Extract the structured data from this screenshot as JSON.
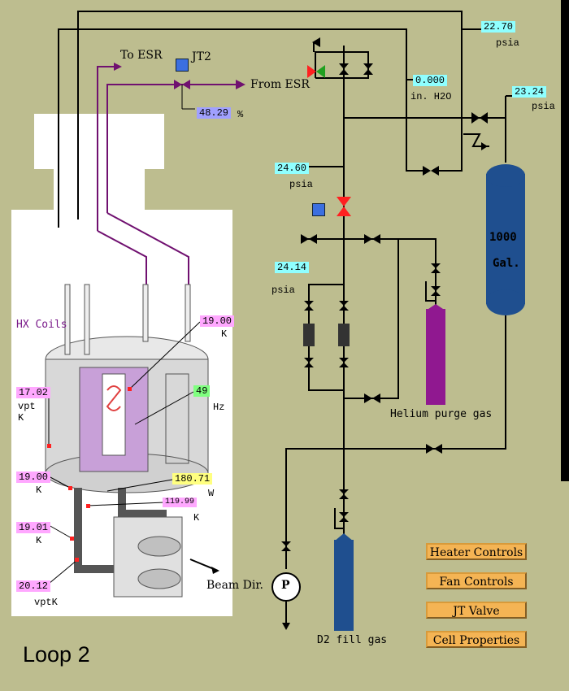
{
  "loop_title": "Loop 2",
  "labels": {
    "to_esr": "To ESR",
    "from_esr": "From ESR",
    "jt2": "JT2",
    "hx_coils": "HX Coils",
    "beam_dir": "Beam Dir.",
    "helium_purge": "Helium purge gas",
    "d2_fill": "D2 fill gas",
    "tank_volume": "1000",
    "tank_unit": "Gal.",
    "pump_letter": "P"
  },
  "readouts": {
    "p_top": {
      "value": "22.70",
      "unit": "psia"
    },
    "p_h2o": {
      "value": "0.000",
      "unit": "in. H2O"
    },
    "p_tank": {
      "value": "23.24",
      "unit": "psia"
    },
    "p_mid": {
      "value": "24.60",
      "unit": "psia"
    },
    "p_low": {
      "value": "24.14",
      "unit": "psia"
    },
    "jt2_pct": {
      "value": "48.29",
      "unit": "%"
    },
    "t_top": {
      "value": "19.00",
      "unit": "K"
    },
    "freq": {
      "value": "49",
      "unit": "Hz"
    },
    "t_vpt": {
      "value": "17.02",
      "unit": "vpt\nK"
    },
    "t_a": {
      "value": "19.00",
      "unit": "K"
    },
    "t_b": {
      "value": "19.01",
      "unit": "K"
    },
    "heater_w": {
      "value": "180.71",
      "unit": "W"
    },
    "t_heater": {
      "value": "119.99",
      "unit": "K"
    },
    "t_vptk": {
      "value": "20.12",
      "unit": "vptK"
    }
  },
  "buttons": {
    "heater": "Heater Controls",
    "fan": "Fan Controls",
    "jt": "JT Valve",
    "cell": "Cell Properties"
  }
}
